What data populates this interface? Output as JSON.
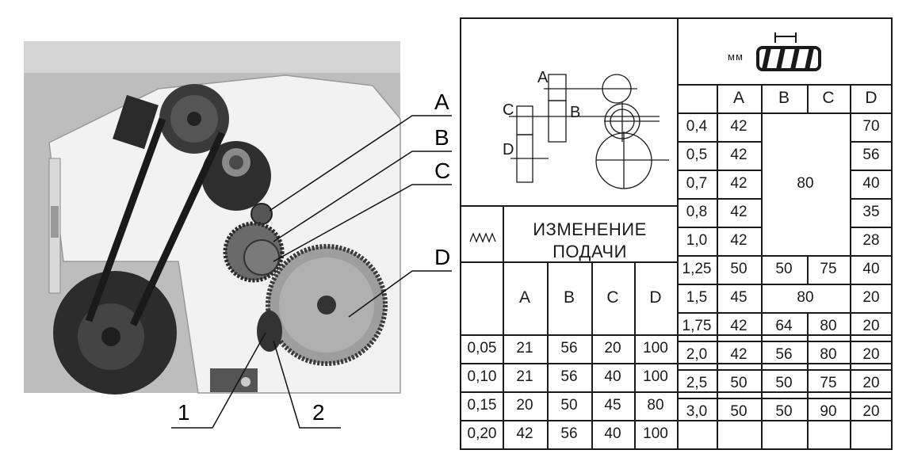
{
  "callouts": {
    "A": "A",
    "B": "B",
    "C": "C",
    "D": "D",
    "n1": "1",
    "n2": "2"
  },
  "scheme": {
    "A": "A",
    "B": "B",
    "C": "C",
    "D": "D"
  },
  "thread_header": {
    "unit": "мм"
  },
  "feed_header": {
    "line1": "ИЗМЕНЕНИЕ",
    "line2": "ПОДАЧИ"
  },
  "columns": [
    "A",
    "B",
    "C",
    "D"
  ],
  "thread_rows": [
    {
      "pitch": "0,4",
      "A": "42",
      "B": "",
      "C": "",
      "D": "70"
    },
    {
      "pitch": "0,5",
      "A": "42",
      "B": "",
      "C": "",
      "D": "56"
    },
    {
      "pitch": "0,7",
      "A": "42",
      "B": "",
      "C": "",
      "D": "40"
    },
    {
      "pitch": "0,8",
      "A": "42",
      "B": "",
      "C": "",
      "D": "35"
    },
    {
      "pitch": "1,0",
      "A": "42",
      "B": "",
      "C": "",
      "D": "28"
    },
    {
      "pitch": "1,25",
      "A": "50",
      "B": "50",
      "C": "75",
      "D": "40"
    },
    {
      "pitch": "1,5",
      "A": "45",
      "B": "",
      "C": "",
      "D": "20"
    },
    {
      "pitch": "1,75",
      "A": "42",
      "B": "64",
      "C": "80",
      "D": "20"
    },
    {
      "pitch": "2,0",
      "A": "42",
      "B": "56",
      "C": "80",
      "D": "20"
    },
    {
      "pitch": "2,5",
      "A": "50",
      "B": "50",
      "C": "75",
      "D": "20"
    },
    {
      "pitch": "3,0",
      "A": "50",
      "B": "50",
      "C": "90",
      "D": "20"
    }
  ],
  "merged": {
    "bc_rows_1_5": "80",
    "bc_row_7": "80"
  },
  "feed_rows": [
    {
      "feed": "0,05",
      "A": "21",
      "B": "56",
      "C": "20",
      "D": "100"
    },
    {
      "feed": "0,10",
      "A": "21",
      "B": "56",
      "C": "40",
      "D": "100"
    },
    {
      "feed": "0,15",
      "A": "20",
      "B": "50",
      "C": "45",
      "D": "80"
    },
    {
      "feed": "0,20",
      "A": "42",
      "B": "56",
      "C": "40",
      "D": "100"
    }
  ]
}
